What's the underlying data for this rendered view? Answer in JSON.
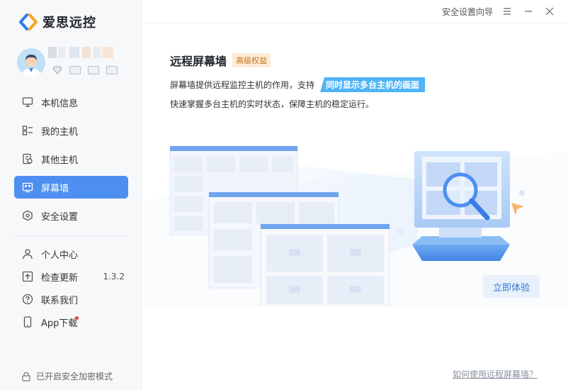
{
  "brand": {
    "name": "爱思远控"
  },
  "sidebar": {
    "nav": [
      {
        "label": "本机信息",
        "icon": "monitor-icon"
      },
      {
        "label": "我的主机",
        "icon": "host-list-icon"
      },
      {
        "label": "其他主机",
        "icon": "other-host-icon"
      },
      {
        "label": "屏幕墙",
        "icon": "screen-wall-icon",
        "active": true
      },
      {
        "label": "安全设置",
        "icon": "shield-icon"
      }
    ],
    "nav2": [
      {
        "label": "个人中心",
        "icon": "user-icon"
      },
      {
        "label": "检查更新",
        "icon": "update-icon",
        "version": "1.3.2"
      },
      {
        "label": "联系我们",
        "icon": "help-icon"
      },
      {
        "label": "App下载",
        "icon": "phone-icon"
      }
    ],
    "secure_mode": "已开启安全加密模式"
  },
  "titlebar": {
    "wizard": "安全设置向导"
  },
  "main": {
    "title": "远程屏幕墙",
    "tag": "高级权益",
    "desc_prefix": "屏幕墙提供远程监控主机的作用，支持",
    "desc_highlight": "同时显示多台主机的画面",
    "desc_line2": "快速掌握多台主机的实时状态，保障主机的稳定运行。",
    "try_button": "立即体验",
    "help_link": "如何使用远程屏幕墙？"
  },
  "colors": {
    "accent": "#4d8ff0",
    "highlight": "#4fb4f7",
    "tag_text": "#c8731a",
    "tag_bg": "#fdebd6"
  }
}
